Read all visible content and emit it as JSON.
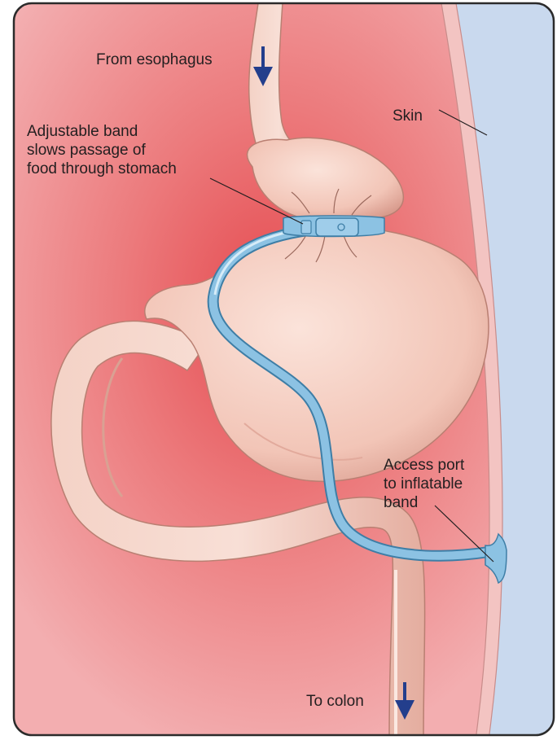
{
  "labels": {
    "esophagus": "From esophagus",
    "skin": "Skin",
    "band": [
      "Adjustable band",
      "slows passage of",
      "food through stomach"
    ],
    "port": [
      "Access port",
      "to inflatable",
      "band"
    ],
    "colon": "To colon"
  },
  "colors": {
    "frame": "#2b2b2b",
    "body_cavity": "#f0a0a3",
    "inflamed_center": "#e9585b",
    "skin_layer": "#f3c4c2",
    "outside": "#c9d9ee",
    "tissue": "#f1c6b8",
    "tissue_shadow": "#d6988a",
    "band_tube": "#8cc2e3",
    "band_tube_outline": "#3e7ea6",
    "arrow": "#233e8c"
  }
}
